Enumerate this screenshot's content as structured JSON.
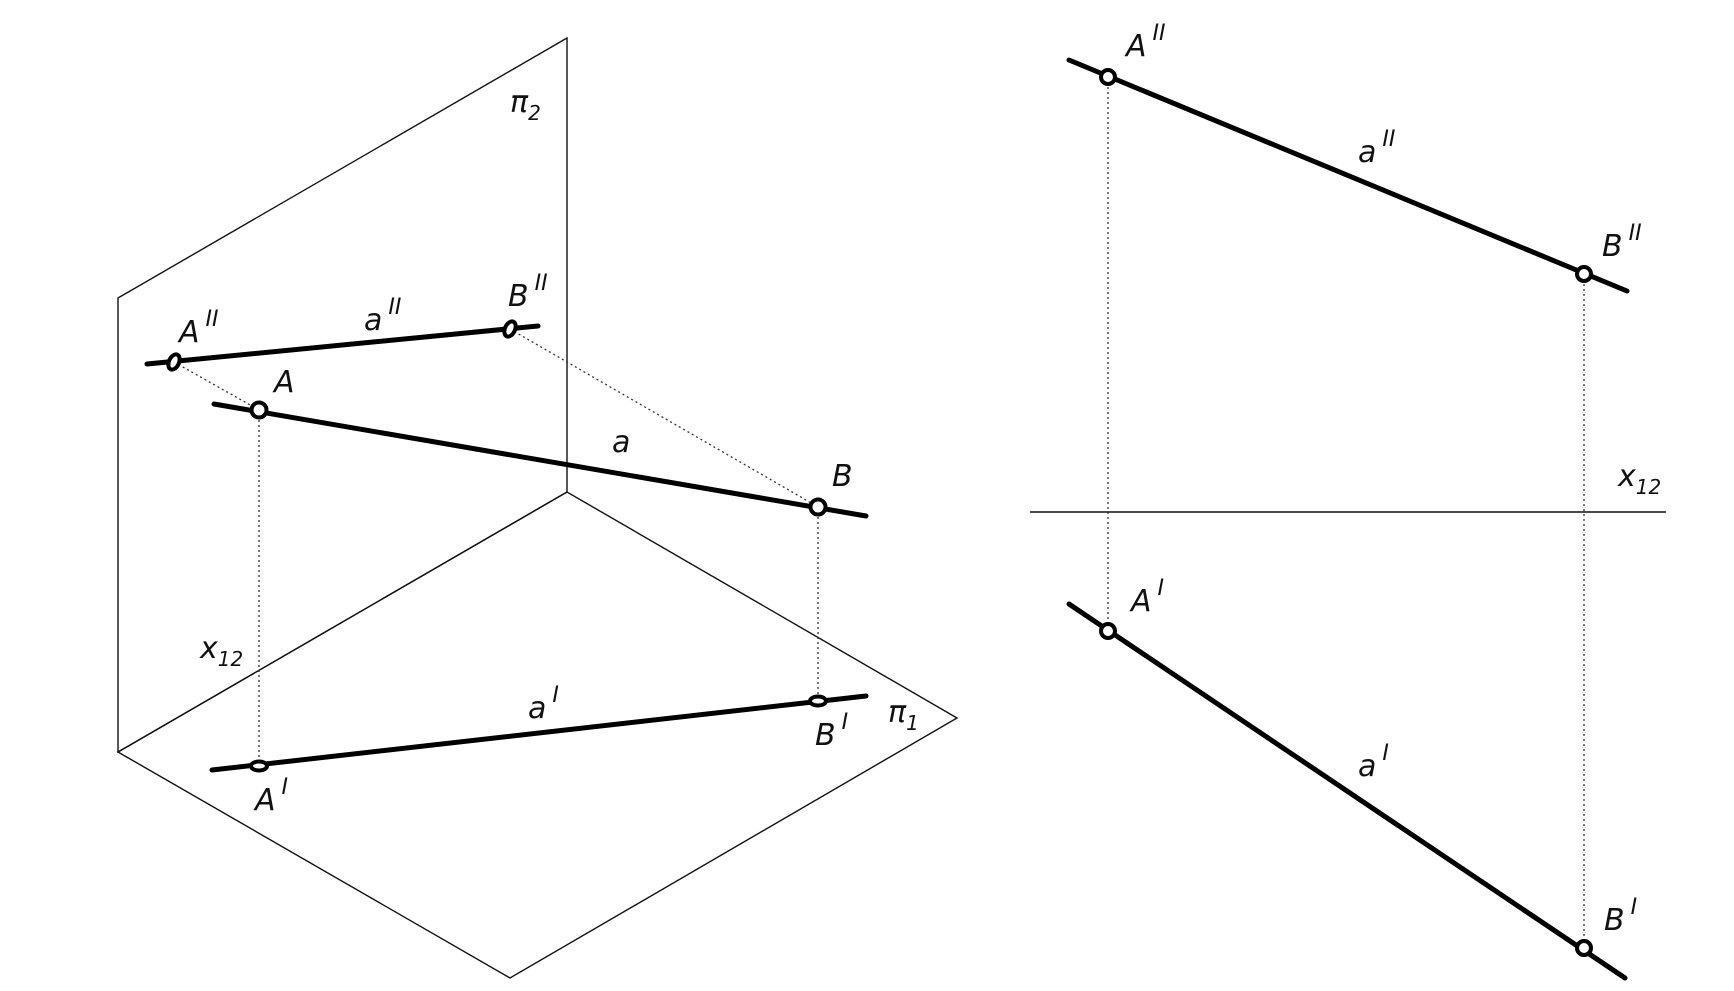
{
  "left_view": {
    "plane_v": {
      "letter": "π",
      "index": "2"
    },
    "plane_h": {
      "letter": "π",
      "index": "1"
    },
    "axis": {
      "letter": "x",
      "index": "12"
    },
    "point_A": "A",
    "point_B": "B",
    "line_a": "a",
    "A_front": {
      "letter": "A",
      "mark": "II"
    },
    "B_front": {
      "letter": "B",
      "mark": "II"
    },
    "a_front": {
      "letter": "a",
      "mark": "II"
    },
    "A_top": {
      "letter": "A",
      "mark": "I"
    },
    "B_top": {
      "letter": "B",
      "mark": "I"
    },
    "a_top": {
      "letter": "a",
      "mark": "I"
    }
  },
  "right_view": {
    "axis": {
      "letter": "x",
      "index": "12"
    },
    "A_front": {
      "letter": "A",
      "mark": "II"
    },
    "B_front": {
      "letter": "B",
      "mark": "II"
    },
    "a_front": {
      "letter": "a",
      "mark": "II"
    },
    "A_top": {
      "letter": "A",
      "mark": "I"
    },
    "B_top": {
      "letter": "B",
      "mark": "I"
    },
    "a_top": {
      "letter": "a",
      "mark": "I"
    }
  }
}
